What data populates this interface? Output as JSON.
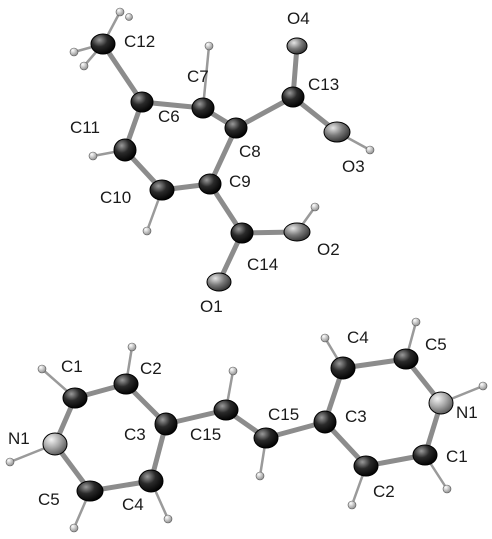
{
  "molecule_1": {
    "atoms": [
      {
        "id": "C12",
        "label": "C12",
        "element": "C"
      },
      {
        "id": "C7",
        "label": "C7",
        "element": "C"
      },
      {
        "id": "C6",
        "label": "C6",
        "element": "C"
      },
      {
        "id": "C11",
        "label": "C11",
        "element": "C"
      },
      {
        "id": "C8",
        "label": "C8",
        "element": "C"
      },
      {
        "id": "C13",
        "label": "C13",
        "element": "C"
      },
      {
        "id": "O4",
        "label": "O4",
        "element": "O"
      },
      {
        "id": "O3",
        "label": "O3",
        "element": "O"
      },
      {
        "id": "C10",
        "label": "C10",
        "element": "C"
      },
      {
        "id": "C9",
        "label": "C9",
        "element": "C"
      },
      {
        "id": "C14",
        "label": "C14",
        "element": "C"
      },
      {
        "id": "O2",
        "label": "O2",
        "element": "O"
      },
      {
        "id": "O1",
        "label": "O1",
        "element": "O"
      }
    ]
  },
  "molecule_2": {
    "atoms": [
      {
        "id": "C1a",
        "label": "C1",
        "element": "C"
      },
      {
        "id": "C2a",
        "label": "C2",
        "element": "C"
      },
      {
        "id": "N1a",
        "label": "N1",
        "element": "N"
      },
      {
        "id": "C3a",
        "label": "C3",
        "element": "C"
      },
      {
        "id": "C15a",
        "label": "C15",
        "element": "C"
      },
      {
        "id": "C5a",
        "label": "C5",
        "element": "C"
      },
      {
        "id": "C4a",
        "label": "C4",
        "element": "C"
      },
      {
        "id": "C4b",
        "label": "C4",
        "element": "C"
      },
      {
        "id": "C5b",
        "label": "C5",
        "element": "C"
      },
      {
        "id": "C15b",
        "label": "C15",
        "element": "C"
      },
      {
        "id": "C3b",
        "label": "C3",
        "element": "C"
      },
      {
        "id": "N1b",
        "label": "N1",
        "element": "N"
      },
      {
        "id": "C1b",
        "label": "C1",
        "element": "C"
      },
      {
        "id": "C2b",
        "label": "C2",
        "element": "C"
      }
    ]
  },
  "colors": {
    "carbon": "#1f1f1f",
    "oxygen": "#7a7a7a",
    "nitrogen": "#a8a8a8",
    "hydrogen": "#d0d0d0",
    "bond": "#8c8c8c",
    "label": "#1a1a1a"
  }
}
